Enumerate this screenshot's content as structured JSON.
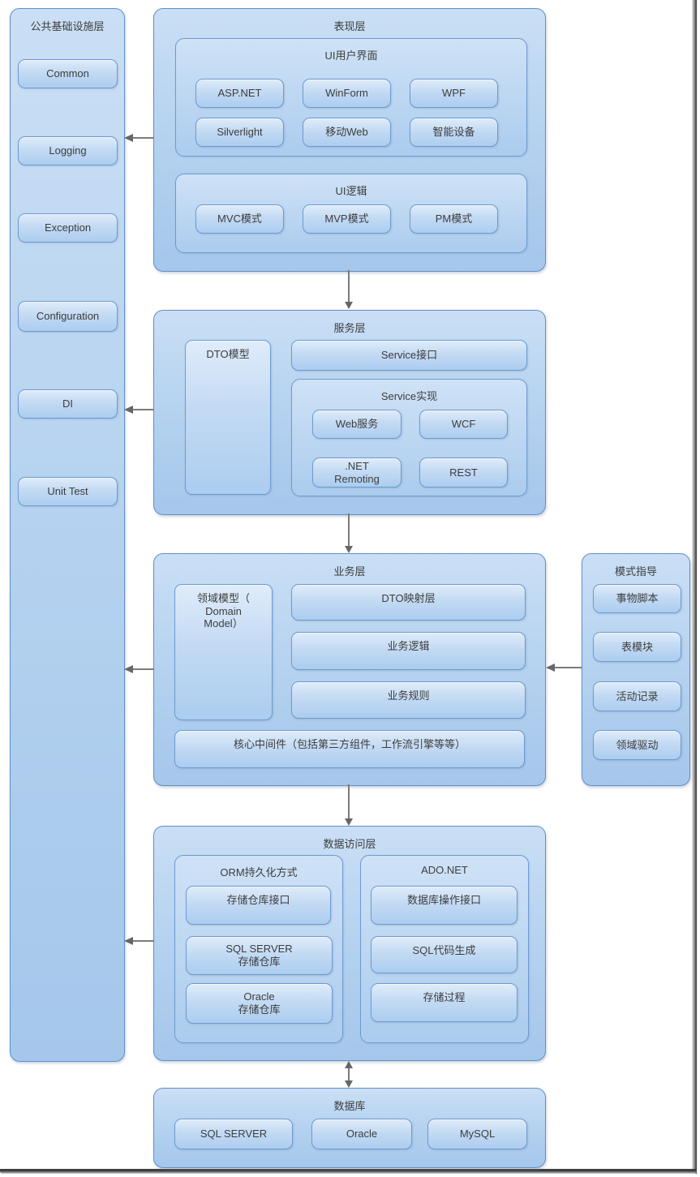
{
  "colors": {
    "container_border": "#608fc7",
    "container_bg_top": "#cadff5",
    "container_bg_bottom": "#a5c7eb",
    "box_bg_top": "#dfecfa",
    "box_bg_bottom": "#accdf0",
    "arrow": "#6e6e6e",
    "text": "#3d3d3d",
    "page_frame": "#3c3c3c"
  },
  "sidebar": {
    "title": "公共基础设施层",
    "items": [
      "Common",
      "Logging",
      "Exception",
      "Configuration",
      "DI",
      "Unit Test"
    ]
  },
  "presentation": {
    "title": "表现层",
    "ui_panel": {
      "title": "UI用户界面",
      "boxes": [
        "ASP.NET",
        "WinForm",
        "WPF",
        "Silverlight",
        "移动Web",
        "智能设备"
      ]
    },
    "logic_panel": {
      "title": "UI逻辑",
      "boxes": [
        "MVC模式",
        "MVP模式",
        "PM模式"
      ]
    }
  },
  "service": {
    "title": "服务层",
    "dto_box": "DTO模型",
    "interface_box": "Service接口",
    "impl_panel": {
      "title": "Service实现",
      "boxes": [
        "Web服务",
        "WCF",
        ".NET\nRemoting",
        "REST"
      ]
    }
  },
  "business": {
    "title": "业务层",
    "domain_box": "领域模型（\nDomain\nModel）",
    "boxes": [
      "DTO映射层",
      "业务逻辑",
      "业务规则"
    ],
    "middleware_box": "核心中间件（包括第三方组件，工作流引擎等等）"
  },
  "pattern": {
    "title": "模式指导",
    "boxes": [
      "事物脚本",
      "表模块",
      "活动记录",
      "领域驱动"
    ]
  },
  "data_access": {
    "title": "数据访问层",
    "orm_panel": {
      "title": "ORM持久化方式",
      "boxes": [
        "存储仓库接口",
        "SQL SERVER\n存储仓库",
        "Oracle\n存储仓库"
      ]
    },
    "ado_panel": {
      "title": "ADO.NET",
      "boxes": [
        "数据库操作接口",
        "SQL代码生成",
        "存储过程"
      ]
    }
  },
  "database": {
    "title": "数据库",
    "boxes": [
      "SQL SERVER",
      "Oracle",
      "MySQL"
    ]
  }
}
